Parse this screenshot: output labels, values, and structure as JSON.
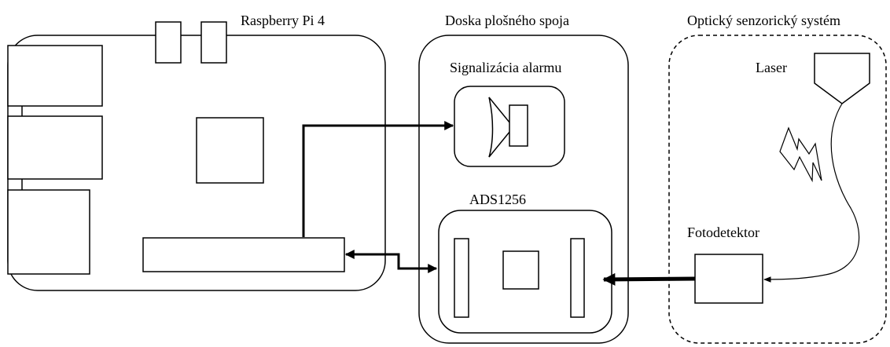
{
  "labels": {
    "raspberry": "Raspberry Pi 4",
    "pcb": "Doska plošného spoja",
    "optical": "Optický senzorický systém",
    "alarm": "Signalizácia alarmu",
    "adc": "ADS1256",
    "laser": "Laser",
    "photodetector": "Fotodetektor"
  }
}
